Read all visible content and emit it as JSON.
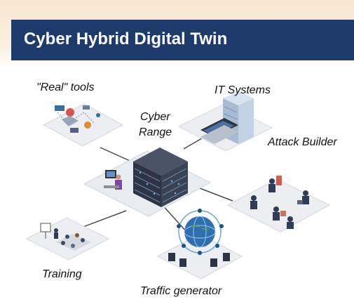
{
  "header": {
    "title": "Cyber Hybrid Digital Twin"
  },
  "labels": {
    "real_tools": "\"Real\" tools",
    "it_systems": "IT Systems",
    "cyber_range_line1": "Cyber",
    "cyber_range_line2": "Range",
    "attack_builder": "Attack Builder",
    "training": "Training",
    "traffic_generator": "Traffic generator"
  },
  "colors": {
    "banner": "#1f3b6e",
    "band_top": "#f7e6cf",
    "tile": "#eef0f3",
    "server": "#2e3445",
    "globe": "#2f6fb0",
    "accent_red": "#c0392b"
  },
  "icons": [
    "tools-icon",
    "server-rack-icon",
    "laptop-icon",
    "server-cluster-icon",
    "workstation-icon",
    "hackers-icon",
    "training-room-icon",
    "globe-network-icon"
  ]
}
